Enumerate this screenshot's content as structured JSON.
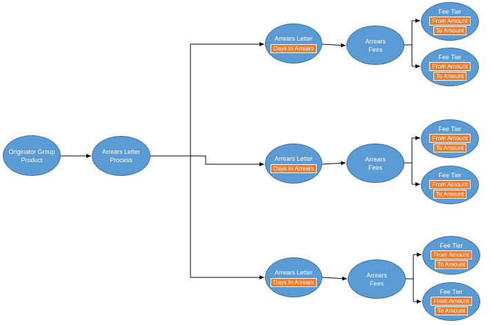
{
  "diagram": {
    "root": {
      "line1": "Originator Group",
      "line2": "Product"
    },
    "process": {
      "line1": "Arrears Letter",
      "line2": "Process"
    },
    "letter_title": "Arrears Letter",
    "letter_field": "Days In Arrears",
    "fees_line1": "Arrears",
    "fees_line2": "Fees",
    "tier_title": "Fee Tier",
    "tier_from": "From Amount",
    "tier_to": "To Amount",
    "colors": {
      "node_fill": "#5b9bd5",
      "node_border": "#41719c",
      "tag_fill": "#ed7d31",
      "connector": "#000000"
    }
  }
}
